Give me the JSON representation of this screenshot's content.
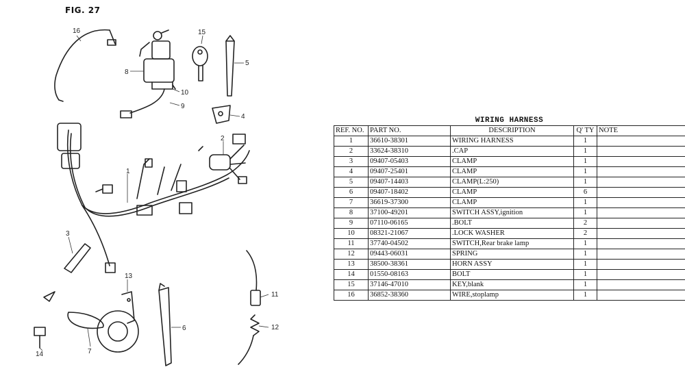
{
  "figure": {
    "title": "FIG. 27",
    "callouts": [
      "1",
      "2",
      "3",
      "4",
      "5",
      "6",
      "7",
      "8",
      "9",
      "10",
      "11",
      "12",
      "13",
      "14",
      "15",
      "16"
    ]
  },
  "table": {
    "title": "WIRING HARNESS",
    "headers": {
      "ref": "REF. NO.",
      "part": "PART NO.",
      "desc": "DESCRIPTION",
      "qty": "Q' TY",
      "note": "NOTE"
    },
    "rows": [
      {
        "ref": "1",
        "part": "36610-38301",
        "desc": "WIRING HARNESS",
        "qty": "1",
        "note": ""
      },
      {
        "ref": "2",
        "part": "33624-38310",
        "desc": ".CAP",
        "qty": "1",
        "note": ""
      },
      {
        "ref": "3",
        "part": "09407-05403",
        "desc": "CLAMP",
        "qty": "1",
        "note": ""
      },
      {
        "ref": "4",
        "part": "09407-25401",
        "desc": "CLAMP",
        "qty": "1",
        "note": ""
      },
      {
        "ref": "5",
        "part": "09407-14403",
        "desc": "CLAMP(L:250)",
        "qty": "1",
        "note": ""
      },
      {
        "ref": "6",
        "part": "09407-18402",
        "desc": "CLAMP",
        "qty": "6",
        "note": ""
      },
      {
        "ref": "7",
        "part": "36619-37300",
        "desc": "CLAMP",
        "qty": "1",
        "note": ""
      },
      {
        "ref": "8",
        "part": "37100-49201",
        "desc": "SWITCH ASSY,ignition",
        "qty": "1",
        "note": ""
      },
      {
        "ref": "9",
        "part": "07110-06165",
        "desc": ".BOLT",
        "qty": "2",
        "note": ""
      },
      {
        "ref": "10",
        "part": "08321-21067",
        "desc": ".LOCK WASHER",
        "qty": "2",
        "note": ""
      },
      {
        "ref": "11",
        "part": "37740-04502",
        "desc": "SWITCH,Rear brake lamp",
        "qty": "1",
        "note": ""
      },
      {
        "ref": "12",
        "part": "09443-06031",
        "desc": "SPRING",
        "qty": "1",
        "note": ""
      },
      {
        "ref": "13",
        "part": "38500-38361",
        "desc": "HORN ASSY",
        "qty": "1",
        "note": ""
      },
      {
        "ref": "14",
        "part": "01550-08163",
        "desc": "BOLT",
        "qty": "1",
        "note": ""
      },
      {
        "ref": "15",
        "part": "37146-47010",
        "desc": "KEY,blank",
        "qty": "1",
        "note": ""
      },
      {
        "ref": "16",
        "part": "36852-38360",
        "desc": "WIRE,stoplamp",
        "qty": "1",
        "note": ""
      }
    ]
  }
}
